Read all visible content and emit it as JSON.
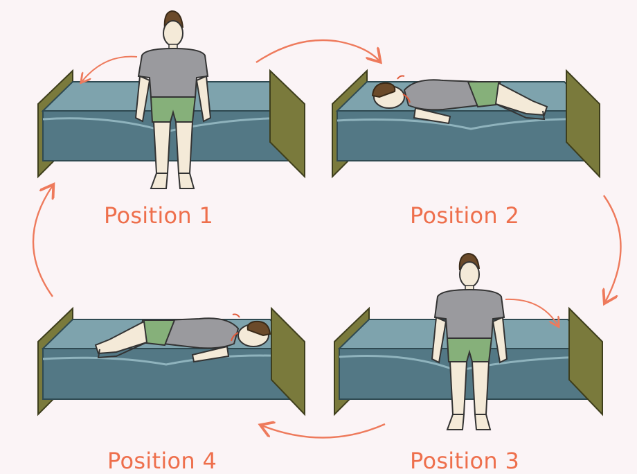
{
  "labels": {
    "position_1": "Position 1",
    "position_2": "Position 2",
    "position_3": "Position 3",
    "position_4": "Position 4"
  },
  "colors": {
    "background": "#fbf4f6",
    "label": "#ee6f4c",
    "arrow": "#ee7a5c",
    "mattress_top": "#7ea3ad",
    "mattress_front": "#537885",
    "bed_panel": "#7a7a3c",
    "shirt": "#9a9a9e",
    "shorts": "#86b07a",
    "skin": "#f4ead8",
    "hair": "#6b4a2a"
  }
}
